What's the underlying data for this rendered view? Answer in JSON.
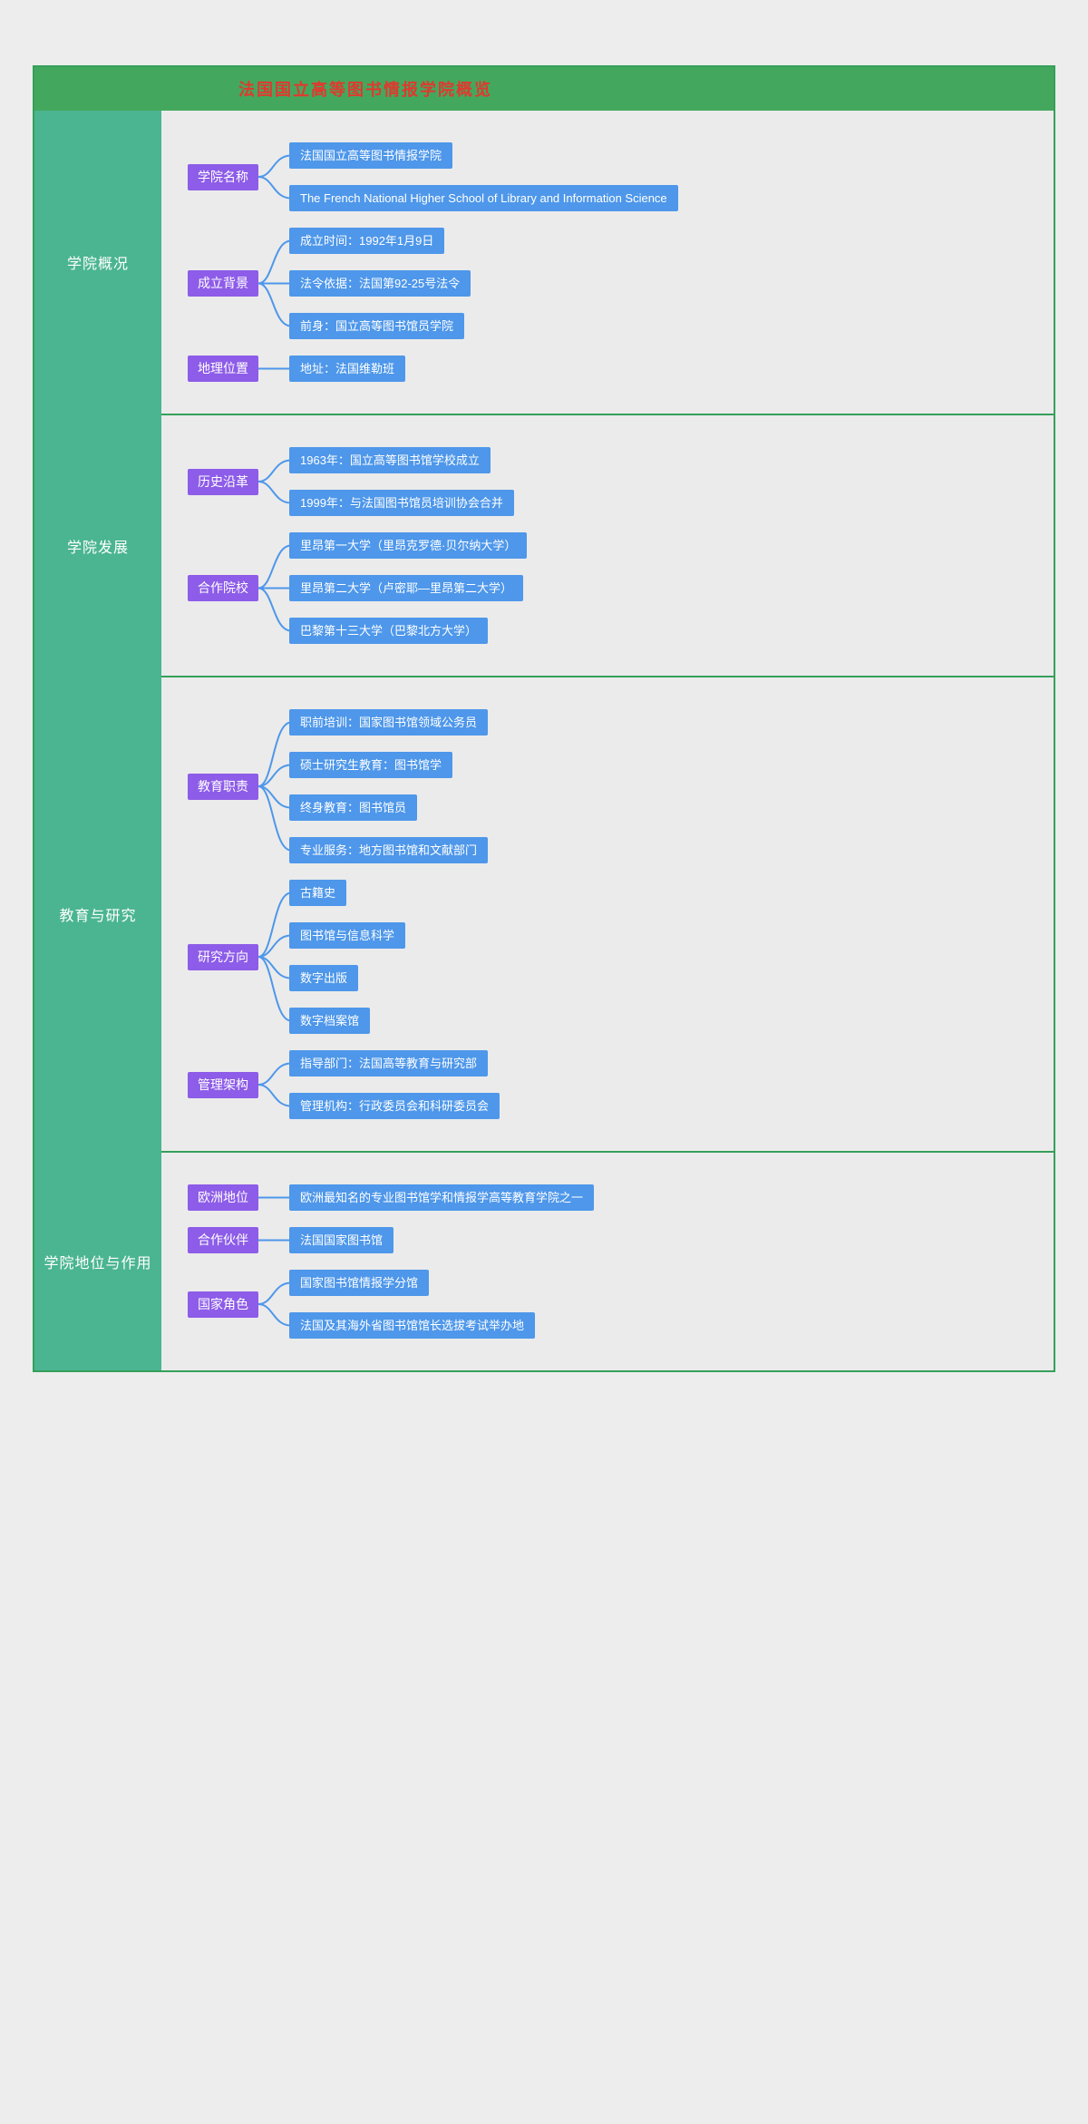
{
  "colors": {
    "page_bg": "#ededed",
    "canvas_bg": "#ebebeb",
    "header_bg": "#43a85e",
    "border": "#35a05a",
    "sidebar_bg": "#4bb591",
    "title": "#e0392e",
    "topic_bg": "#8d5ce8",
    "subtopic_bg": "#4e97ea",
    "connector": "#4e97ea"
  },
  "header": {
    "title": "法国国立高等图书情报学院概览"
  },
  "sections": [
    {
      "label": "学院概况",
      "branches": [
        {
          "label": "学院名称",
          "children": [
            "法国国立高等图书情报学院",
            "The French National Higher School of Library and Information Science"
          ]
        },
        {
          "label": "成立背景",
          "children": [
            "成立时间：1992年1月9日",
            "法令依据：法国第92-25号法令",
            "前身：国立高等图书馆员学院"
          ]
        },
        {
          "label": "地理位置",
          "children": [
            "地址：法国维勒班"
          ]
        }
      ]
    },
    {
      "label": "学院发展",
      "branches": [
        {
          "label": "历史沿革",
          "children": [
            "1963年：国立高等图书馆学校成立",
            "1999年：与法国图书馆员培训协会合并"
          ]
        },
        {
          "label": "合作院校",
          "children": [
            "里昂第一大学（里昂克罗德·贝尔纳大学）",
            "里昂第二大学（卢密耶—里昂第二大学）",
            "巴黎第十三大学（巴黎北方大学）"
          ]
        }
      ]
    },
    {
      "label": "教育与研究",
      "branches": [
        {
          "label": "教育职责",
          "children": [
            "职前培训：国家图书馆领域公务员",
            "硕士研究生教育：图书馆学",
            "终身教育：图书馆员",
            "专业服务：地方图书馆和文献部门"
          ]
        },
        {
          "label": "研究方向",
          "children": [
            "古籍史",
            "图书馆与信息科学",
            "数字出版",
            "数字档案馆"
          ]
        },
        {
          "label": "管理架构",
          "children": [
            "指导部门：法国高等教育与研究部",
            "管理机构：行政委员会和科研委员会"
          ]
        }
      ]
    },
    {
      "label": "学院地位与作用",
      "branches": [
        {
          "label": "欧洲地位",
          "children": [
            "欧洲最知名的专业图书馆学和情报学高等教育学院之一"
          ]
        },
        {
          "label": "合作伙伴",
          "children": [
            "法国国家图书馆"
          ]
        },
        {
          "label": "国家角色",
          "children": [
            "国家图书馆情报学分馆",
            "法国及其海外省图书馆馆长选拔考试举办地"
          ]
        }
      ]
    }
  ]
}
